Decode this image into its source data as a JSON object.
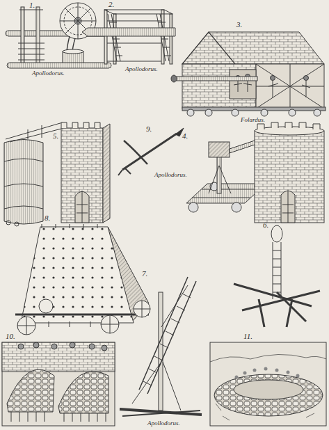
{
  "diagram": {
    "labels": [
      "1.",
      "2.",
      "3.",
      "Apollodorus.",
      "Apollodorus.",
      "Folardus.",
      "5.",
      "9.",
      "4.",
      "Apollodorus.",
      "8.",
      "6.",
      "10.",
      "7.",
      "11.",
      "Apollodorus."
    ]
  }
}
